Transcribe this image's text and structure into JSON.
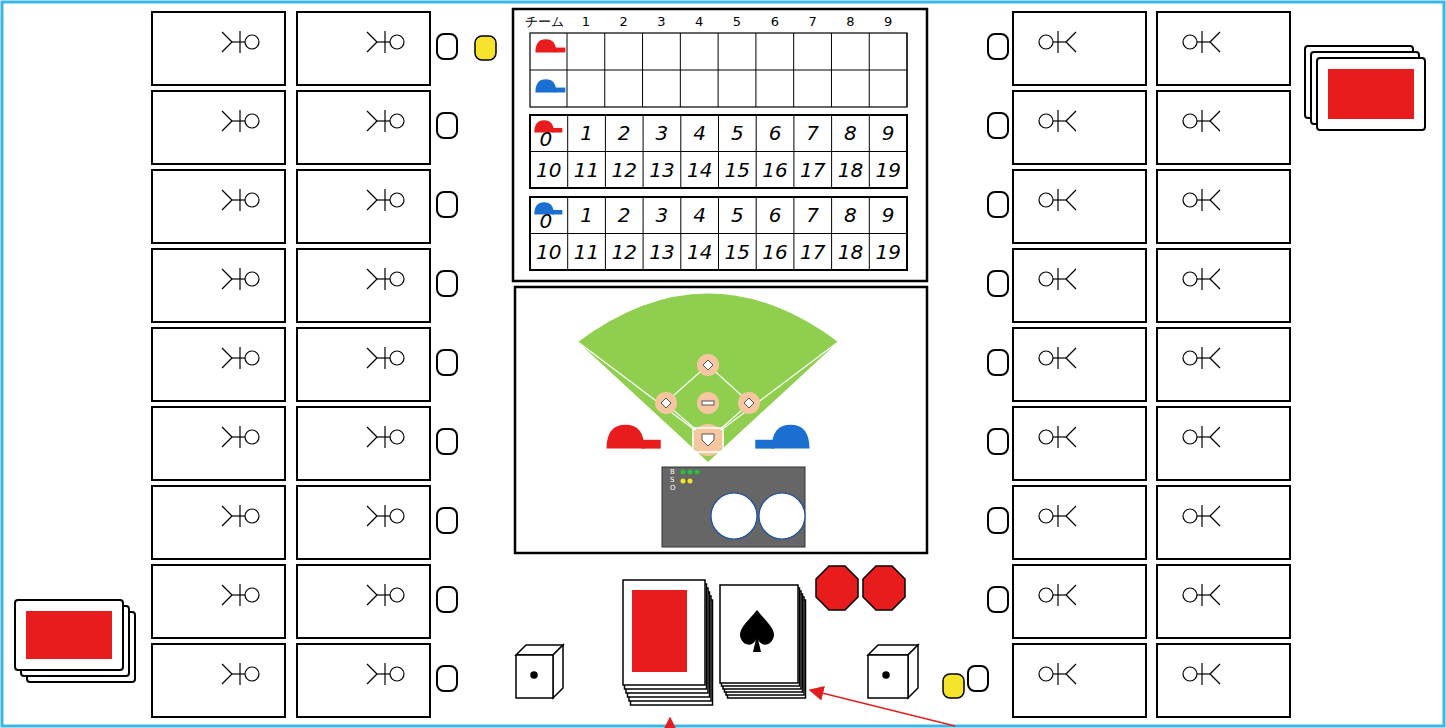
{
  "diagram": {
    "labels": [
      "チーム",
      "1",
      "2",
      "3",
      "4",
      "5",
      "6",
      "7",
      "8",
      "9",
      "0",
      "1",
      "2",
      "3",
      "4",
      "5",
      "6",
      "7",
      "8",
      "9",
      "10",
      "11",
      "12",
      "13",
      "14",
      "15",
      "16",
      "17",
      "18",
      "19",
      "0",
      "1",
      "2",
      "3",
      "4",
      "5",
      "6",
      "7",
      "8",
      "9",
      "10",
      "11",
      "12",
      "13",
      "14",
      "15",
      "16",
      "17",
      "18",
      "19",
      "B",
      "S",
      "O"
    ]
  }
}
